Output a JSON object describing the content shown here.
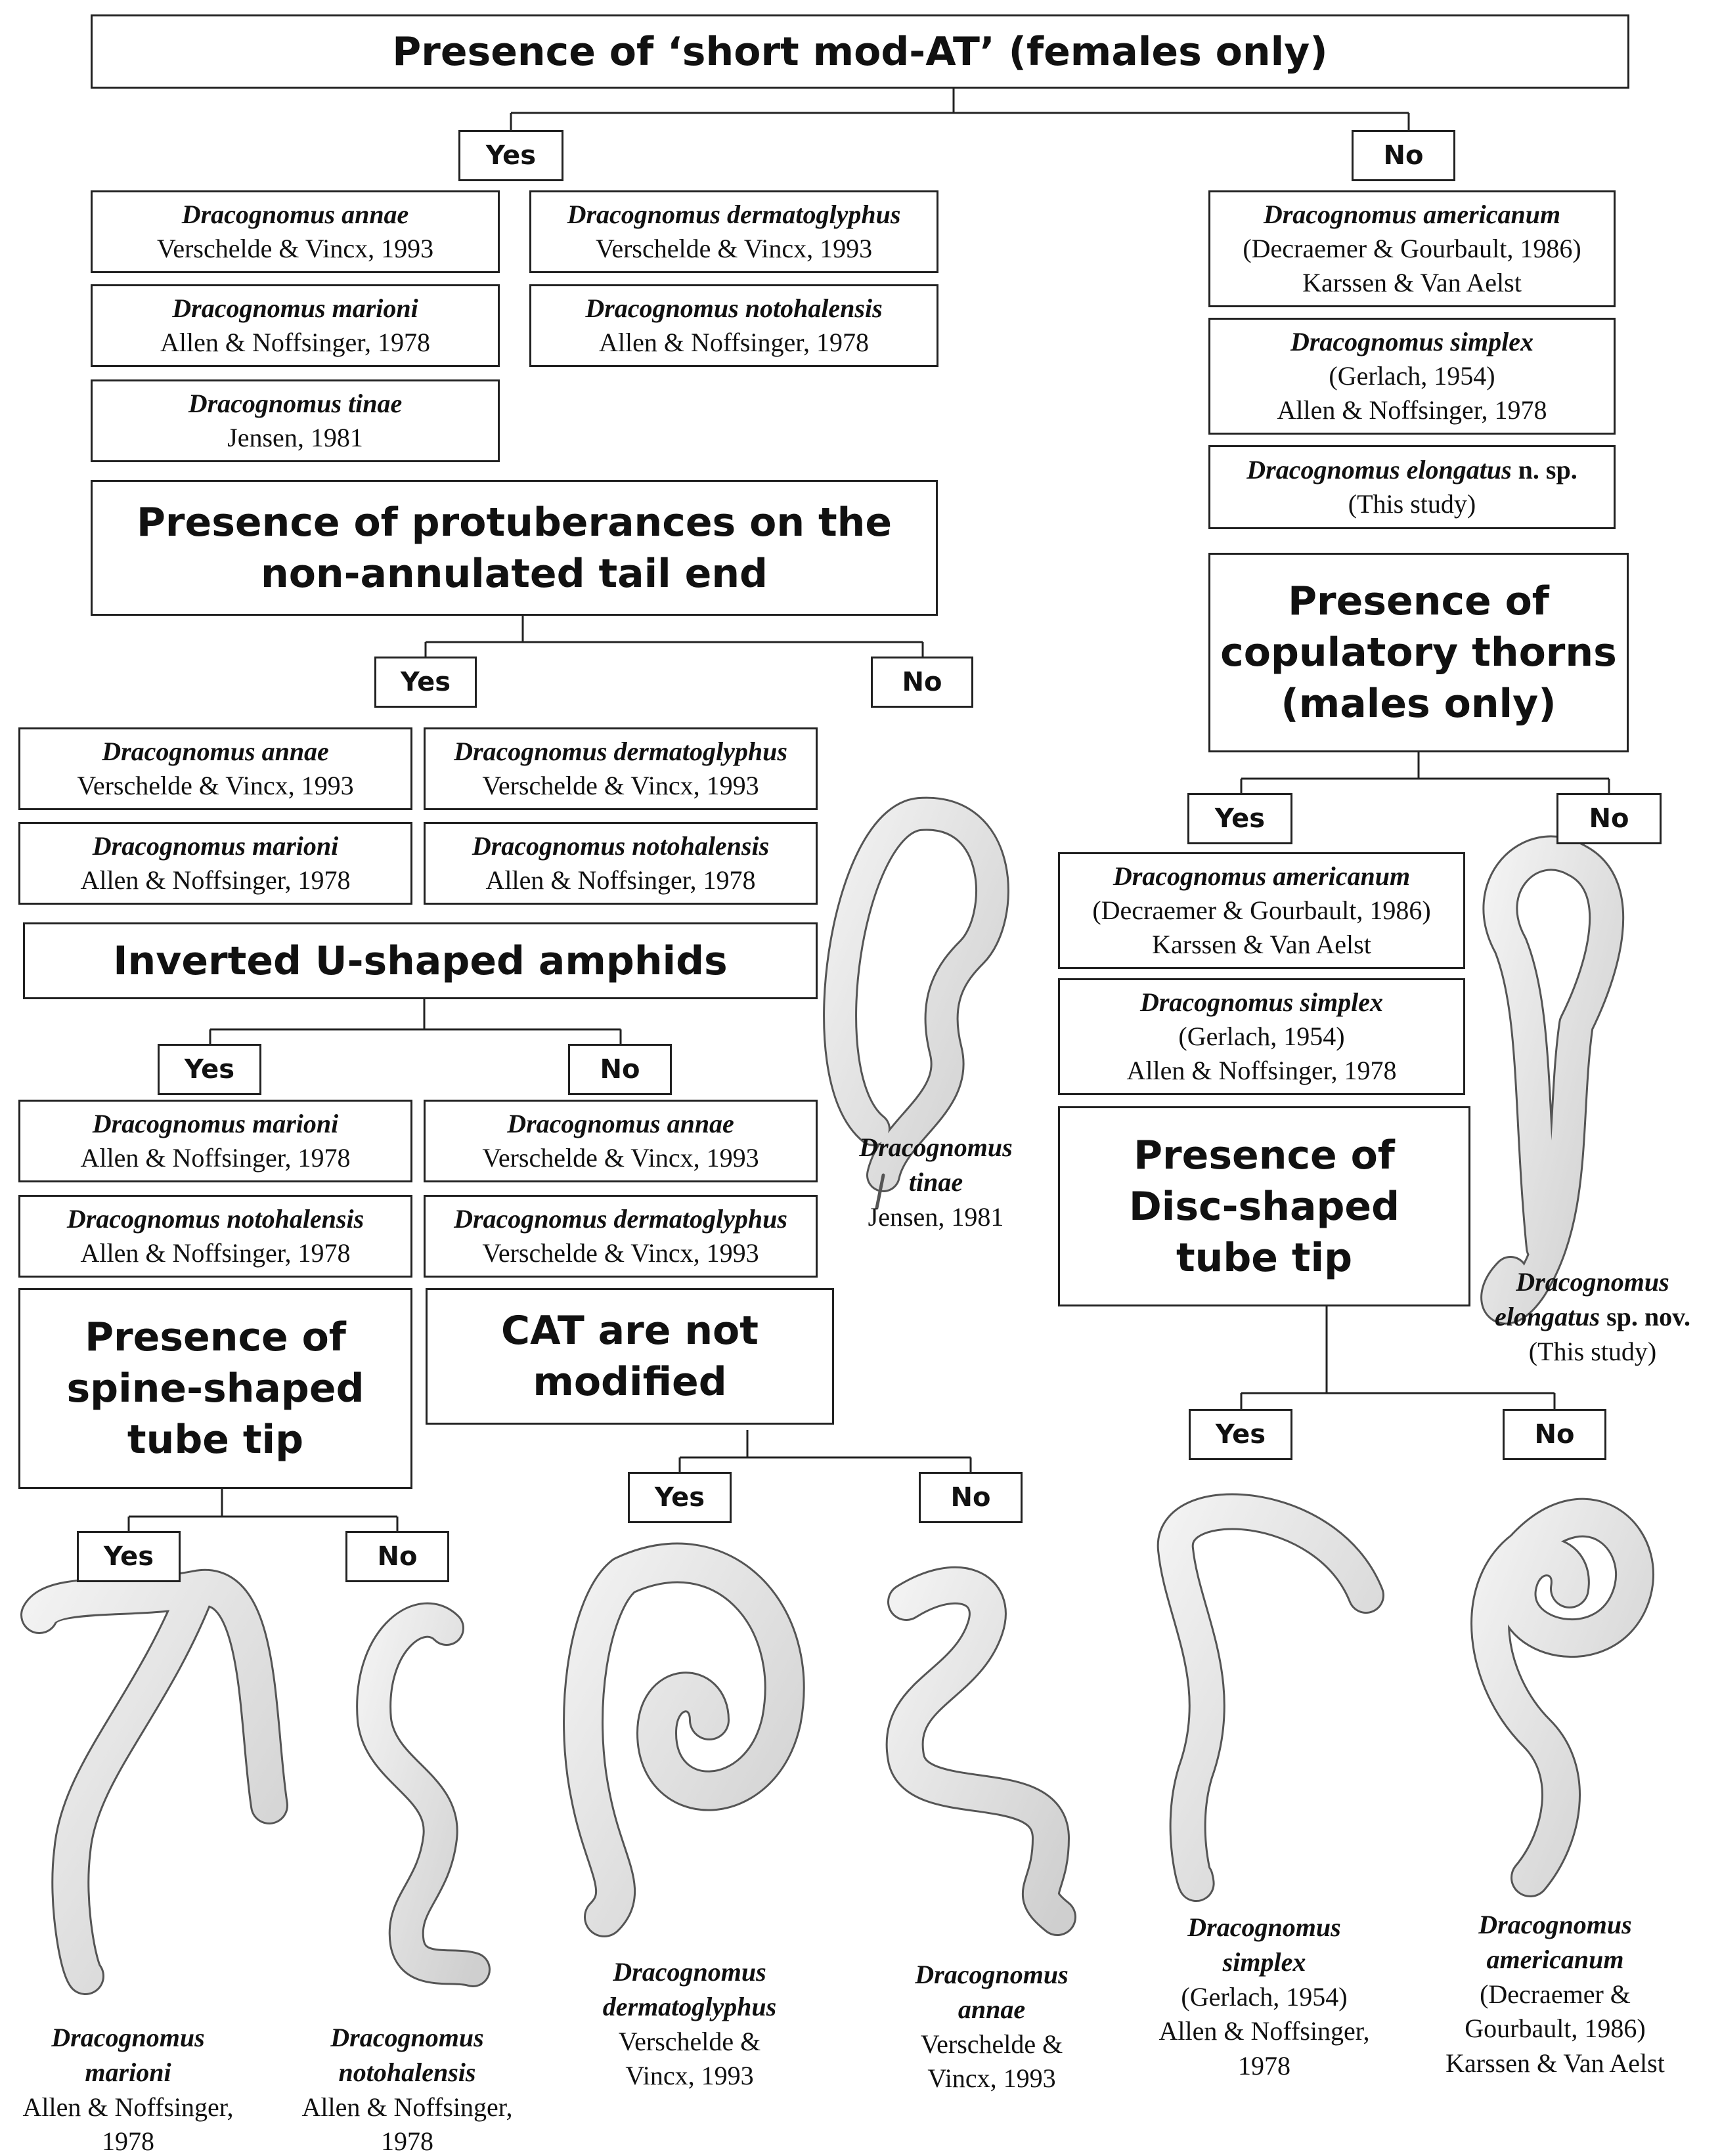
{
  "questions": {
    "q1": "Presence of ‘short mod-AT’ (females only)",
    "q2": "Presence of protuberances on the\nnon-annulated tail end",
    "q3": "Presence of\ncopulatory thorns\n(males only)",
    "q4": "Inverted U-shaped amphids",
    "q5": "Presence of\nDisc-shaped\ntube tip",
    "q6": "Presence of\nspine-shaped\ntube tip",
    "q7": "CAT are not\nmodified"
  },
  "answers": {
    "yes": "Yes",
    "no": "No"
  },
  "species": {
    "annae": {
      "name": "Dracognomus annae",
      "author": "Verschelde & Vincx, 1993"
    },
    "dermatoglyphus": {
      "name": "Dracognomus dermatoglyphus",
      "author": "Verschelde & Vincx, 1993"
    },
    "marioni": {
      "name": "Dracognomus marioni",
      "author": "Allen & Noffsinger, 1978"
    },
    "notohalensis": {
      "name": "Dracognomus notohalensis",
      "author": "Allen & Noffsinger, 1978"
    },
    "tinae": {
      "name": "Dracognomus tinae",
      "author": "Jensen, 1981"
    },
    "americanum": {
      "name": "Dracognomus americanum",
      "author": "(Decraemer & Gourbault, 1986)\nKarssen & Van Aelst"
    },
    "simplex": {
      "name": "Dracognomus simplex",
      "author": "(Gerlach, 1954)\nAllen & Noffsinger, 1978"
    },
    "elongatus": {
      "name": "Dracognomus elongatus",
      "suffix": " n. sp.",
      "author": "(This study)"
    }
  },
  "captions": {
    "tinae": {
      "name": "Dracognomus\ntinae",
      "author": "Jensen, 1981"
    },
    "elongatus": {
      "name": "Dracognomus\nelongatus",
      "suffix": " sp. nov.",
      "author": "(This study)"
    },
    "marioni": {
      "name": "Dracognomus\nmarioni",
      "author": "Allen & Noffsinger,\n1978"
    },
    "notohalensis": {
      "name": "Dracognomus\nnotohalensis",
      "author": "Allen & Noffsinger,\n1978"
    },
    "dermatoglyphus": {
      "name": "Dracognomus\ndermatoglyphus",
      "author": "Verschelde &\nVincx, 1993"
    },
    "annae": {
      "name": "Dracognomus\nannae",
      "author": "Verschelde &\nVincx, 1993"
    },
    "simplex": {
      "name": "Dracognomus\nsimplex",
      "author": "(Gerlach, 1954)\nAllen & Noffsinger,\n1978"
    },
    "americanum": {
      "name": "Dracognomus\namericanum",
      "author": "(Decraemer &\nGourbault, 1986)\nKarssen & Van Aelst"
    }
  }
}
